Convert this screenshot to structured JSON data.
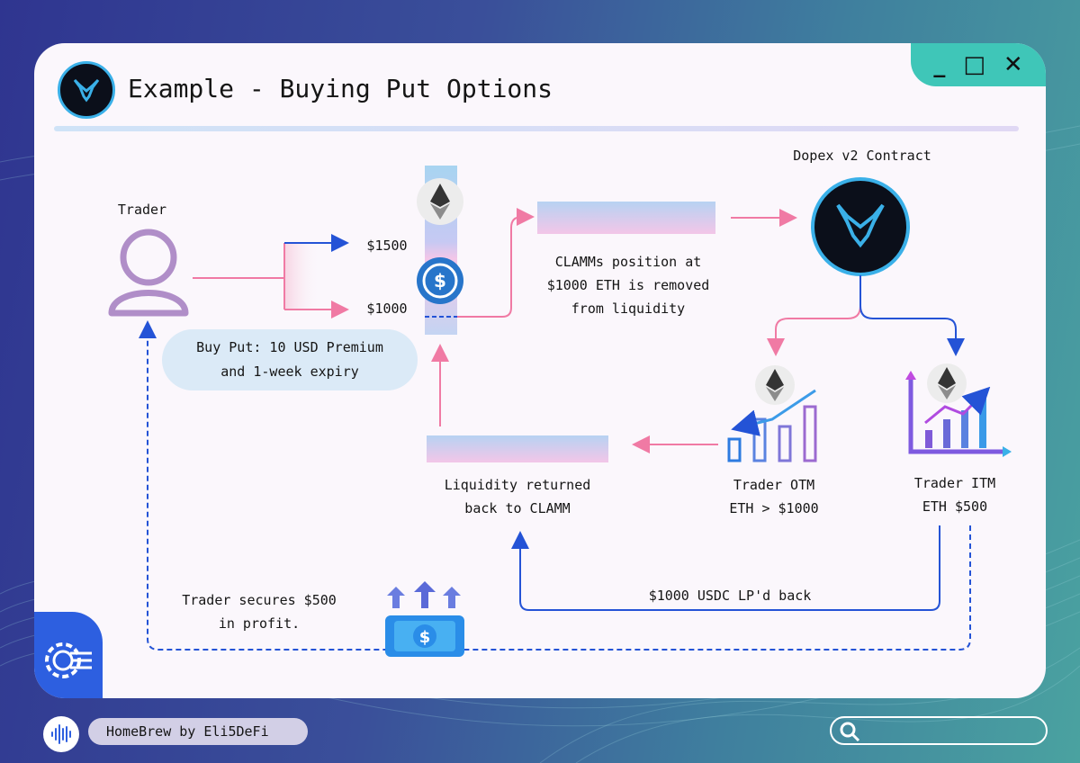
{
  "window": {
    "title": "Example - Buying Put Options",
    "controls": {
      "minimize": "_",
      "maximize": "□",
      "close": "✕"
    }
  },
  "diagram": {
    "trader_label": "Trader",
    "price_high": "$1500",
    "price_low": "$1000",
    "buy_put_line1": "Buy Put: 10 USD Premium",
    "buy_put_line2": "and 1-week expiry",
    "clamm_line1": "CLAMMs position at",
    "clamm_line2": "$1000 ETH is removed",
    "clamm_line3": "from liquidity",
    "contract_label": "Dopex v2 Contract",
    "otm_line1": "Trader OTM",
    "otm_line2": "ETH > $1000",
    "itm_line1": "Trader ITM",
    "itm_line2": "ETH $500",
    "liquidity_line1": "Liquidity returned",
    "liquidity_line2": "back to CLAMM",
    "lp_back": "$1000 USDC LP'd back",
    "profit_line1": "Trader secures $500",
    "profit_line2": "in profit.",
    "usdc_symbol": "$",
    "cash_symbol": "$"
  },
  "footer": {
    "tag": "HomeBrew by Eli5DeFi"
  },
  "colors": {
    "accent_teal": "#3fc6b8",
    "arrow_pink": "#f07aa4",
    "arrow_blue": "#2453d6",
    "card_bg": "#fbf7fc"
  },
  "icons": [
    "logo-icon",
    "trader-icon",
    "eth-icon",
    "usdc-icon",
    "chart-down-icon",
    "chart-up-icon",
    "cash-icon",
    "gear-icon",
    "search-icon",
    "sound-wave-icon"
  ]
}
